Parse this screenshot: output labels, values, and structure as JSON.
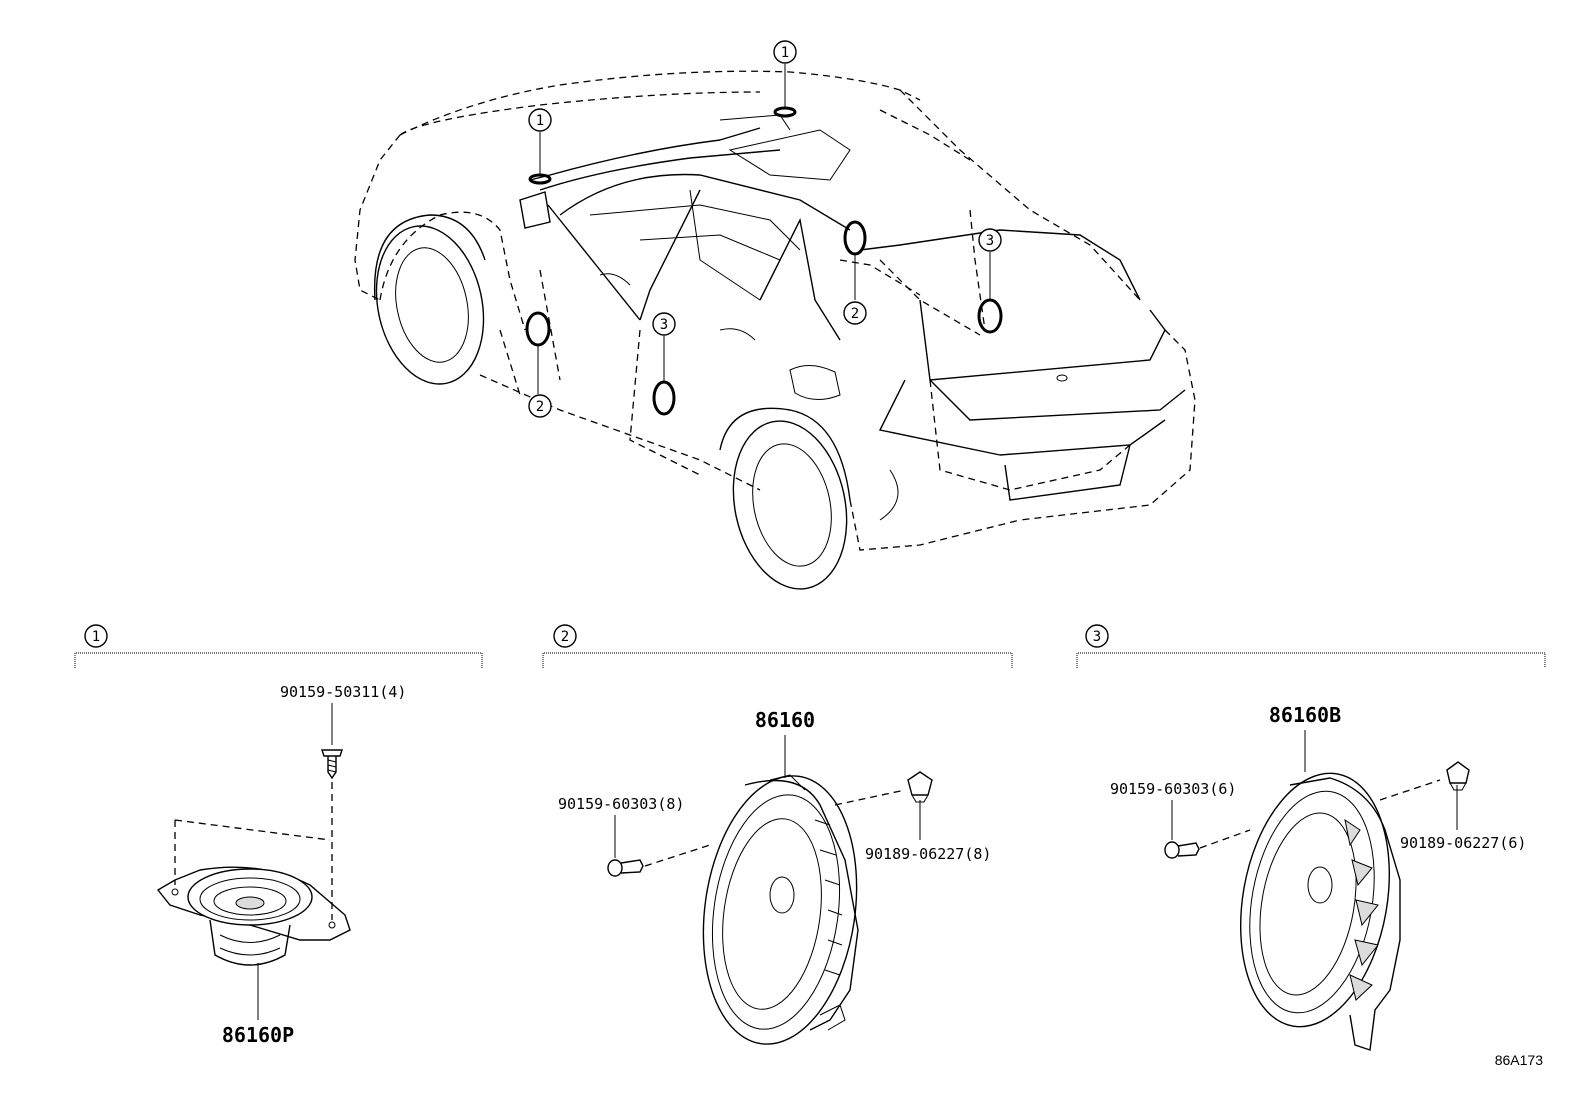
{
  "diagram_id": "86A173",
  "callouts": {
    "one": "1",
    "two": "2",
    "three": "3"
  },
  "groups": [
    {
      "index": "1",
      "fasteners": [
        "90159-50311(4)"
      ],
      "part": "86160P"
    },
    {
      "index": "2",
      "fasteners": [
        "90159-60303(8)",
        "90189-06227(8)"
      ],
      "part": "86160"
    },
    {
      "index": "3",
      "fasteners": [
        "90159-60303(6)",
        "90189-06227(6)"
      ],
      "part": "86160B"
    }
  ]
}
